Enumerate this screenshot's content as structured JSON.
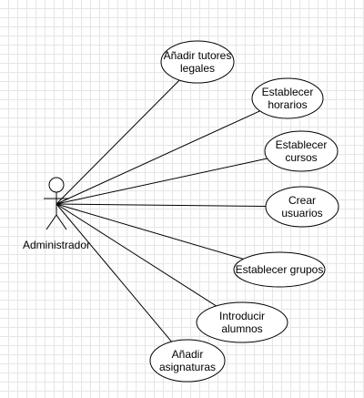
{
  "diagram": {
    "type": "use-case",
    "actor": {
      "label": "Administrador"
    },
    "use_cases": [
      {
        "id": "uc1",
        "lines": [
          "Añadir tutores",
          "legales"
        ]
      },
      {
        "id": "uc2",
        "lines": [
          "Establecer",
          "horarios"
        ]
      },
      {
        "id": "uc3",
        "lines": [
          "Establecer",
          "cursos"
        ]
      },
      {
        "id": "uc4",
        "lines": [
          "Crear",
          "usuarios"
        ]
      },
      {
        "id": "uc5",
        "lines": [
          "Establecer grupos"
        ]
      },
      {
        "id": "uc6",
        "lines": [
          "Introducir",
          "alumnos"
        ]
      },
      {
        "id": "uc7",
        "lines": [
          "Añadir",
          "asignaturas"
        ]
      }
    ]
  },
  "colors": {
    "line": "#000000",
    "fill": "#ffffff",
    "grid": "#e6e6e6"
  }
}
